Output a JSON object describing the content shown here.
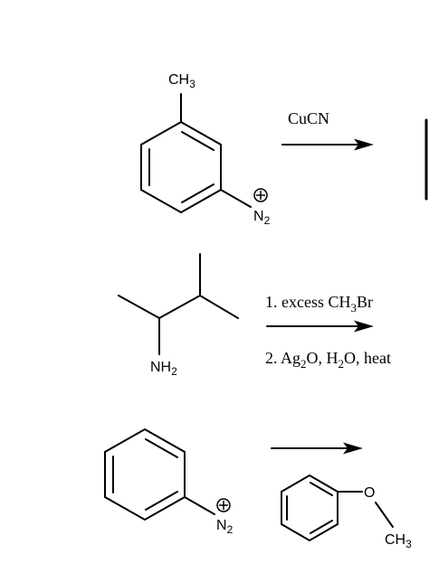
{
  "reaction1": {
    "substituent_top": {
      "main": "CH",
      "sub": "3"
    },
    "diazonium": {
      "charge": "+",
      "main": "N",
      "sub": "2"
    },
    "reagent": "CuCN"
  },
  "reaction2": {
    "amine": {
      "main": "NH",
      "sub": "2"
    },
    "step1": {
      "prefix": "1. excess CH",
      "sub": "3",
      "suffix": "Br"
    },
    "step2": {
      "prefix": "2. Ag",
      "sub1": "2",
      "mid1": "O, H",
      "sub2": "2",
      "suffix": "O, heat"
    }
  },
  "reaction3": {
    "diazonium": {
      "charge": "+",
      "main": "N",
      "sub": "2"
    },
    "product_oxygen": "O",
    "product_methyl": {
      "main": "CH",
      "sub": "3"
    }
  }
}
